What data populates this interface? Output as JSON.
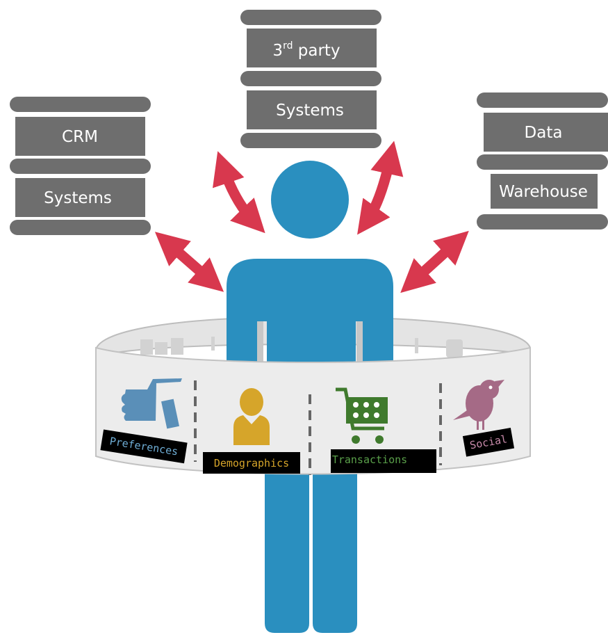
{
  "databases": {
    "crm": {
      "line1": "CRM",
      "line2": "Systems"
    },
    "third_party": {
      "line1_main": "3",
      "line1_sup": "rd",
      "line1_rest": " party",
      "line2": "Systems"
    },
    "warehouse": {
      "line1": "Data",
      "line2": "Warehouse"
    }
  },
  "belt": {
    "labels": {
      "preferences": "Preferences",
      "demographics": "Demographics",
      "transactions": "Transactions",
      "social": "Social"
    }
  },
  "colors": {
    "person": "#2a8fbf",
    "database": "#6e6e6e",
    "arrow": "#d8384e",
    "belt": "#ececec",
    "thumb_icon": "#5a8fb8",
    "demographics_icon": "#d6a52a",
    "cart_icon": "#3f7a2d",
    "bird_icon": "#a56a86"
  }
}
